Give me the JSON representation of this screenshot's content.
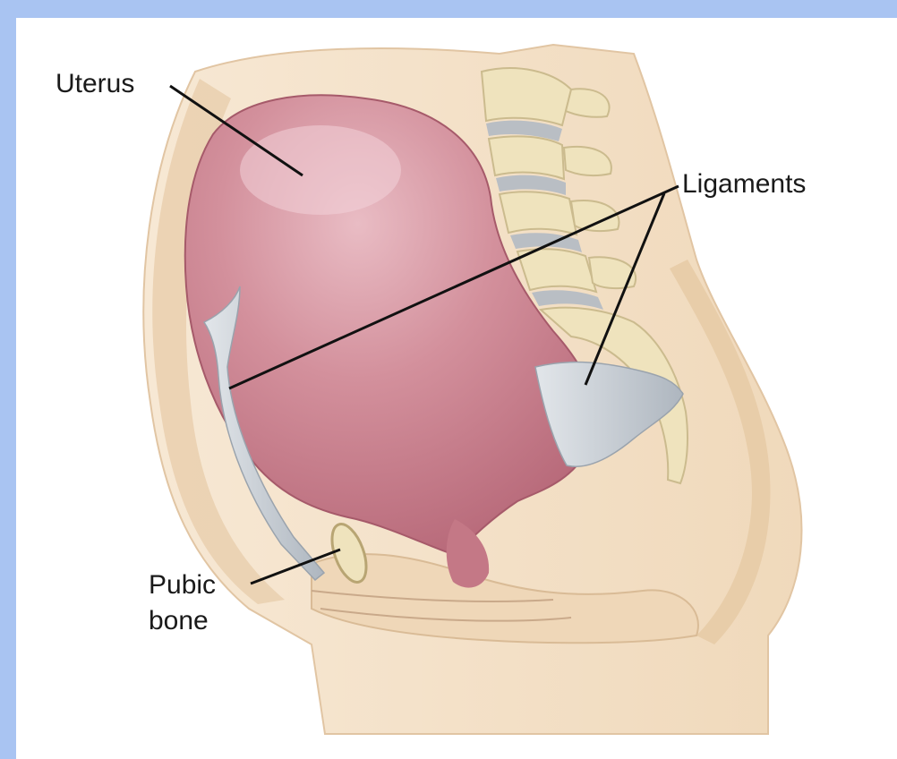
{
  "labels": {
    "uterus": "Uterus",
    "ligaments": "Ligaments",
    "pubic_bone_line1": "Pubic",
    "pubic_bone_line2": "bone"
  },
  "colors": {
    "outer_background": "#a9c4f2",
    "frame_background": "#ffffff",
    "skin": "#f3dfc4",
    "abdominal_wall": "#ead0b0",
    "uterus": "#c97e8d",
    "uterus_highlight": "#e6b4bd",
    "ligament": "#c6ccd3",
    "spine": "#efe3bd",
    "disc": "#b9bec4",
    "leader_line": "#111111"
  }
}
